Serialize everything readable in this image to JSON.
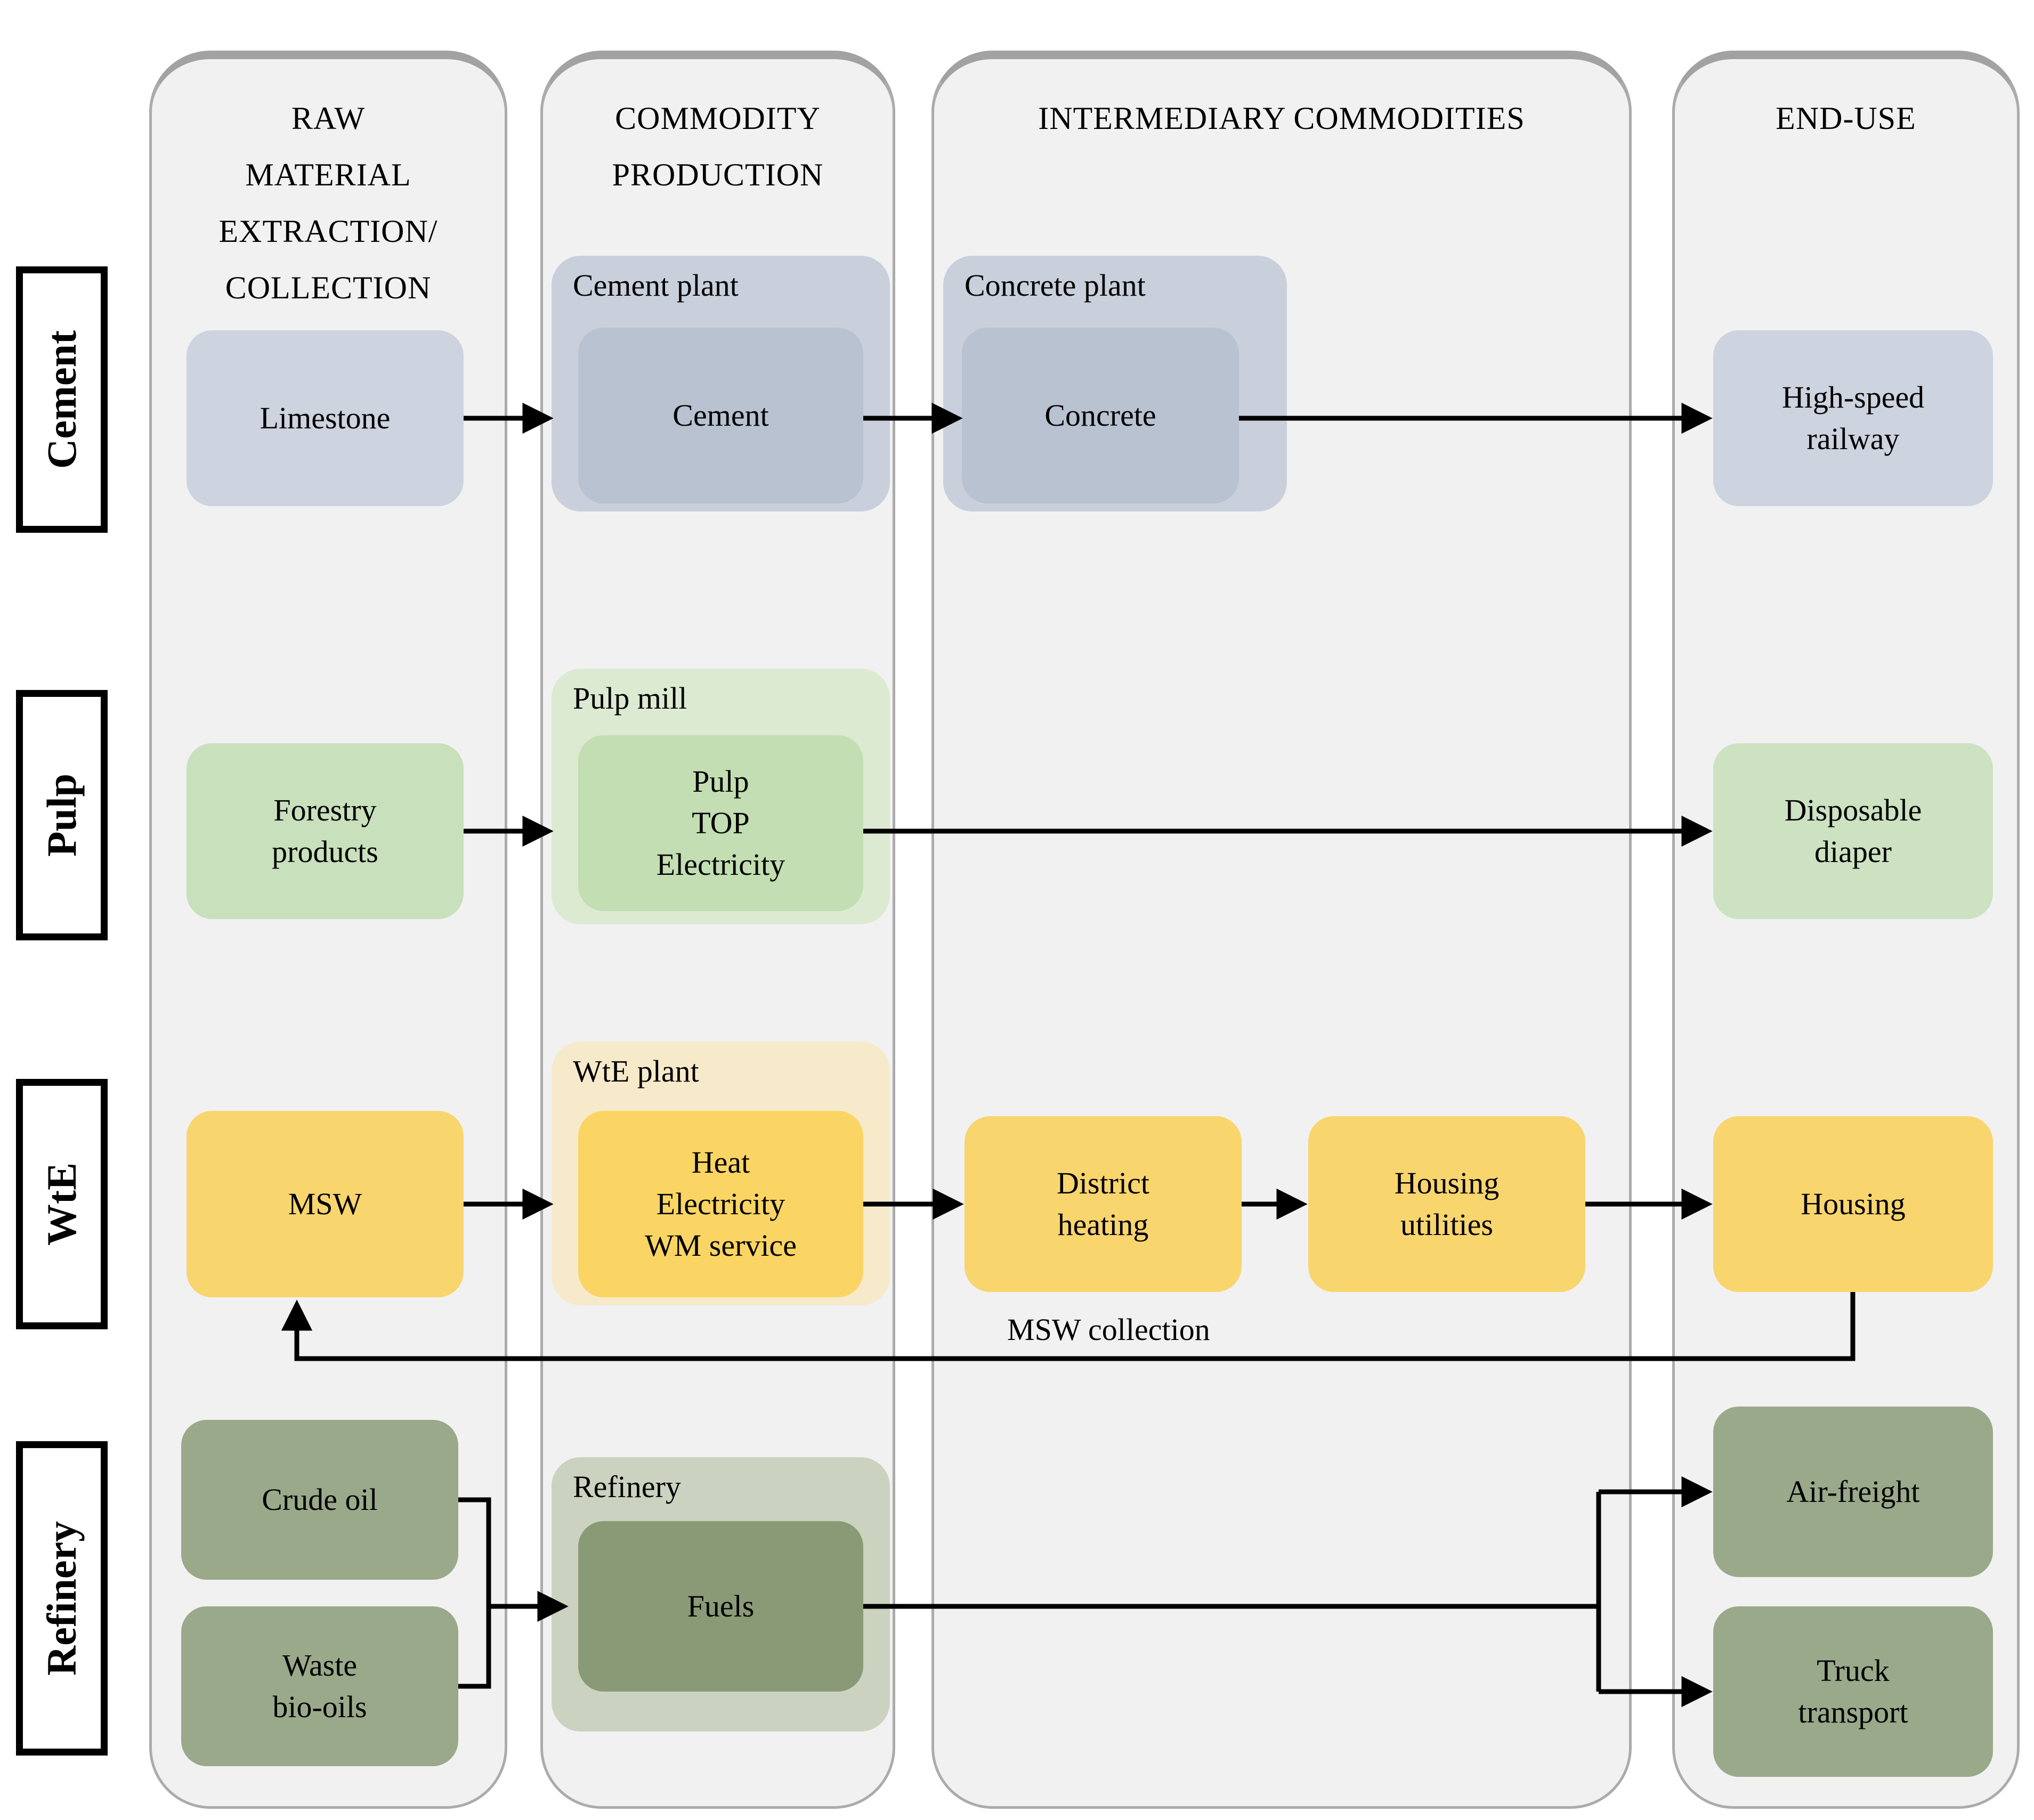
{
  "columns": [
    {
      "id": "raw",
      "header": "RAW\nMATERIAL\nEXTRACTION/\nCOLLECTION"
    },
    {
      "id": "production",
      "header": "COMMODITY\nPRODUCTION"
    },
    {
      "id": "intermediary",
      "header": "INTERMEDIARY COMMODITIES"
    },
    {
      "id": "enduse",
      "header": "END-USE"
    }
  ],
  "row_labels": [
    {
      "id": "cement",
      "label": "Cement"
    },
    {
      "id": "pulp",
      "label": "Pulp"
    },
    {
      "id": "wte",
      "label": "WtE"
    },
    {
      "id": "refinery",
      "label": "Refinery"
    }
  ],
  "nodes": {
    "limestone": {
      "label": "Limestone"
    },
    "cement_plant": {
      "label": "Cement plant"
    },
    "cement": {
      "label": "Cement"
    },
    "concrete_plant": {
      "label": "Concrete plant"
    },
    "concrete": {
      "label": "Concrete"
    },
    "high_speed_railway": {
      "label": "High-speed\nrailway"
    },
    "forestry_products": {
      "label": "Forestry\nproducts"
    },
    "pulp_mill": {
      "label": "Pulp mill"
    },
    "pulp_top_electricity": {
      "label": "Pulp\nTOP\nElectricity"
    },
    "disposable_diaper": {
      "label": "Disposable\ndiaper"
    },
    "msw": {
      "label": "MSW"
    },
    "wte_plant": {
      "label": "WtE plant"
    },
    "heat_electricity_wm": {
      "label": "Heat\nElectricity\nWM service"
    },
    "district_heating": {
      "label": "District\nheating"
    },
    "housing_utilities": {
      "label": "Housing\nutilities"
    },
    "housing": {
      "label": "Housing"
    },
    "crude_oil": {
      "label": "Crude oil"
    },
    "waste_bio_oils": {
      "label": "Waste\nbio-oils"
    },
    "refinery_plant": {
      "label": "Refinery"
    },
    "fuels": {
      "label": "Fuels"
    },
    "air_freight": {
      "label": "Air-freight"
    },
    "truck_transport": {
      "label": "Truck\ntransport"
    }
  },
  "edge_labels": {
    "msw_collection": "MSW collection"
  },
  "edges": [
    {
      "from": "limestone",
      "to": "cement_plant"
    },
    {
      "from": "cement",
      "to": "concrete_plant"
    },
    {
      "from": "concrete",
      "to": "high_speed_railway"
    },
    {
      "from": "forestry_products",
      "to": "pulp_mill"
    },
    {
      "from": "pulp_top_electricity",
      "to": "disposable_diaper"
    },
    {
      "from": "msw",
      "to": "wte_plant"
    },
    {
      "from": "heat_electricity_wm",
      "to": "district_heating"
    },
    {
      "from": "district_heating",
      "to": "housing_utilities"
    },
    {
      "from": "housing_utilities",
      "to": "housing"
    },
    {
      "from": "housing",
      "to": "msw",
      "label": "MSW collection"
    },
    {
      "from": "crude_oil",
      "to": "refinery_plant"
    },
    {
      "from": "waste_bio_oils",
      "to": "refinery_plant"
    },
    {
      "from": "fuels",
      "to": "air_freight"
    },
    {
      "from": "fuels",
      "to": "truck_transport"
    }
  ],
  "colors": {
    "panel_bg": "#f1f1f2",
    "panel_border": "#ababab",
    "text": "#000000",
    "cement": {
      "box": "#CDD3DF",
      "group": "#C9D0DC",
      "inner": "#B8C2D1"
    },
    "pulp": {
      "box": "#C8E0BC",
      "group": "#DCEAD2",
      "inner": "#C3DEB2",
      "box2": "#CCE2C1"
    },
    "wte": {
      "box": "#F9D56E",
      "group": "#F7EACB",
      "inner": "#FAD564"
    },
    "refinery": {
      "box": "#9AA98A",
      "group": "#CBD3C0",
      "inner": "#8A9A76"
    }
  }
}
